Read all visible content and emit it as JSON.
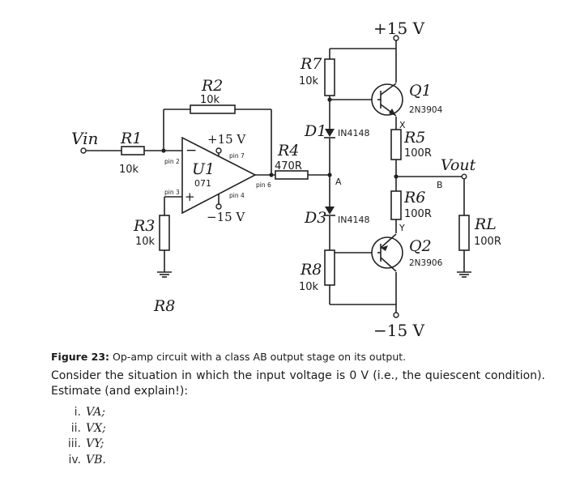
{
  "labels": {
    "plus15_top": "+15 V",
    "minus15_bottom": "−15 V",
    "vin": "Vin",
    "vout": "Vout",
    "r1_name": "R1",
    "r1_val": "10k",
    "r2_name": "R2",
    "r2_val": "10k",
    "r3_name": "R3",
    "r3_val": "10k",
    "r4_name": "R4",
    "r4_val": "470R",
    "r5_name": "R5",
    "r5_val": "100R",
    "r6_name": "R6",
    "r6_val": "100R",
    "r7_name": "R7",
    "r7_val": "10k",
    "r8_name": "R8",
    "r8_val": "10k",
    "r8_extra": "R8",
    "rl_name": "RL",
    "rl_val": "100R",
    "u1_name": "U1",
    "u1_part": "071",
    "opamp_plus15": "+15 V",
    "opamp_minus15": "−15 V",
    "pin2": "pin 2",
    "pin3": "pin 3",
    "pin4": "pin 4",
    "pin6": "pin 6",
    "pin7": "pin 7",
    "d1_name": "D1",
    "d1_part": "IN4148",
    "d3_name": "D3",
    "d3_part": "IN4148",
    "q1_name": "Q1",
    "q1_part": "2N3904",
    "q2_name": "Q2",
    "q2_part": "2N3906",
    "node_a": "A",
    "node_b": "B",
    "node_x": "X",
    "node_y": "Y",
    "minus_sign": "−",
    "plus_sign": "+"
  },
  "caption": {
    "label": "Figure 23:",
    "text": " Op-amp circuit with a class AB output stage on its output."
  },
  "question": {
    "text": "Consider the situation in which the input voltage is 0 V (i.e., the quiescent condition). Estimate (and explain!):",
    "items": [
      {
        "num": "i.",
        "text": "VA;"
      },
      {
        "num": "ii.",
        "text": "VX;"
      },
      {
        "num": "iii.",
        "text": "VY;"
      },
      {
        "num": "iv.",
        "text": "VB."
      }
    ]
  }
}
